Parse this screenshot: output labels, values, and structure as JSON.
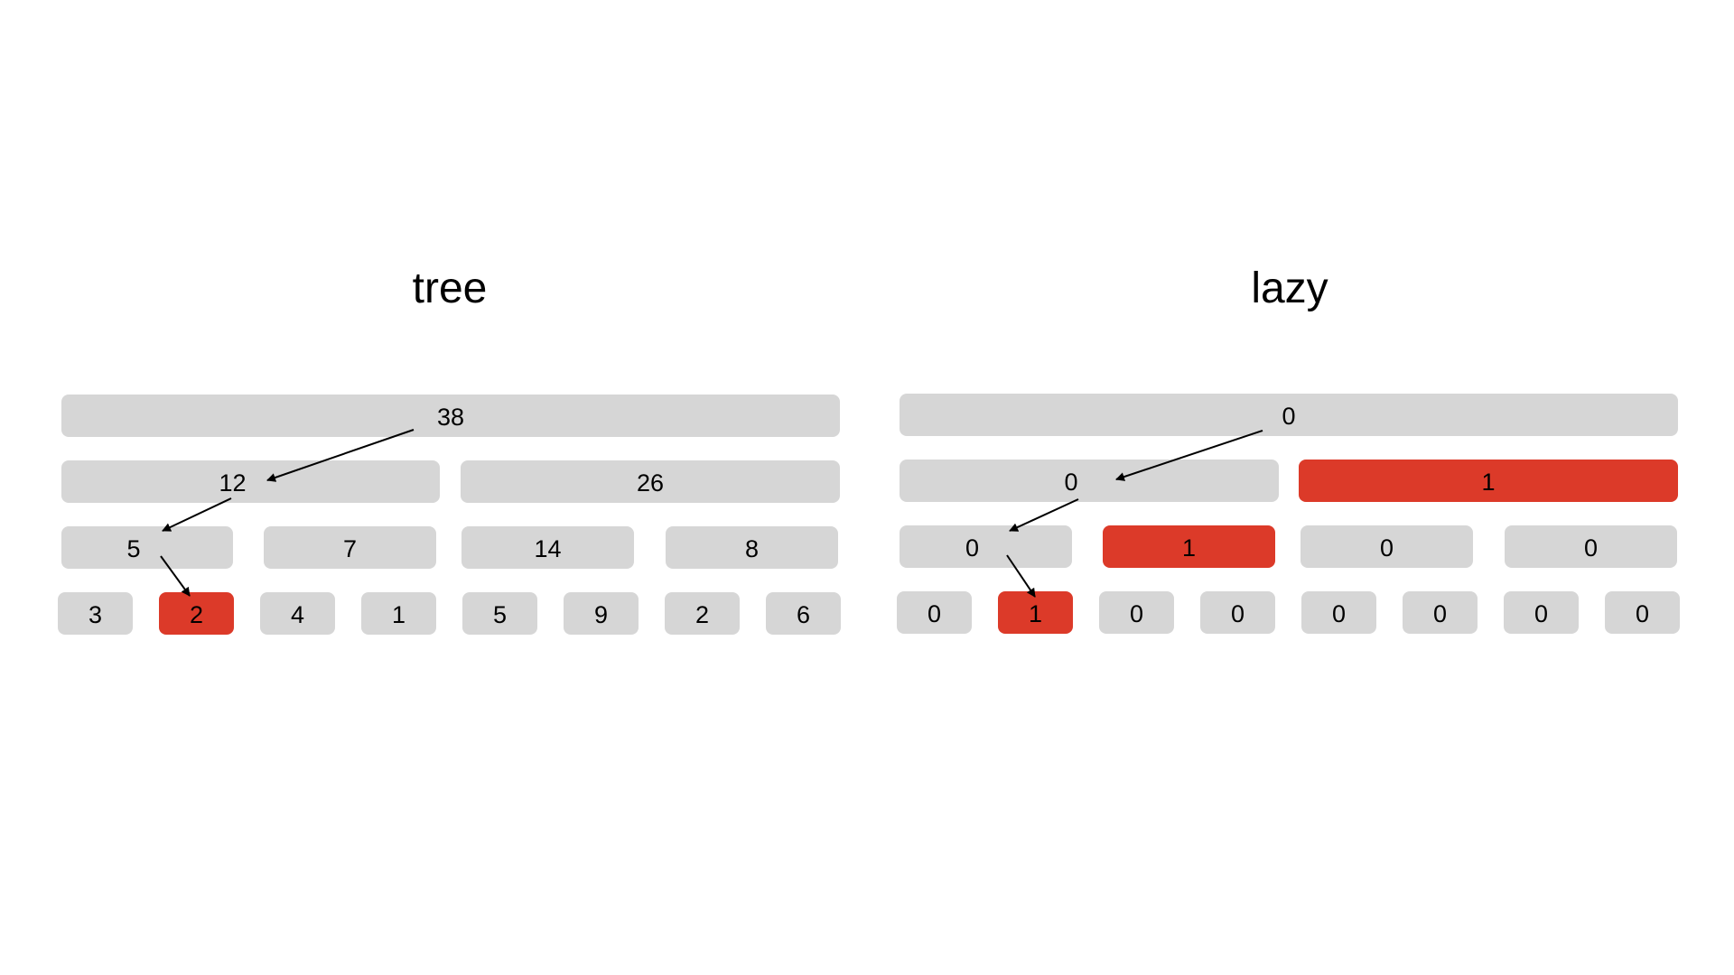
{
  "tree": {
    "title": "tree",
    "levels": [
      [
        "38"
      ],
      [
        "12",
        "26"
      ],
      [
        "5",
        "7",
        "14",
        "8"
      ],
      [
        "3",
        "2",
        "4",
        "1",
        "5",
        "9",
        "2",
        "6"
      ]
    ],
    "highlighted": [
      [
        3,
        1
      ]
    ]
  },
  "lazy": {
    "title": "lazy",
    "levels": [
      [
        "0"
      ],
      [
        "0",
        "1"
      ],
      [
        "0",
        "1",
        "0",
        "0"
      ],
      [
        "0",
        "1",
        "0",
        "0",
        "0",
        "0",
        "0",
        "0"
      ]
    ],
    "highlighted": [
      [
        1,
        1
      ],
      [
        2,
        1
      ],
      [
        3,
        1
      ]
    ]
  },
  "colors": {
    "node": "#d6d6d6",
    "highlight": "#dc3a29",
    "arrow": "#000000"
  }
}
